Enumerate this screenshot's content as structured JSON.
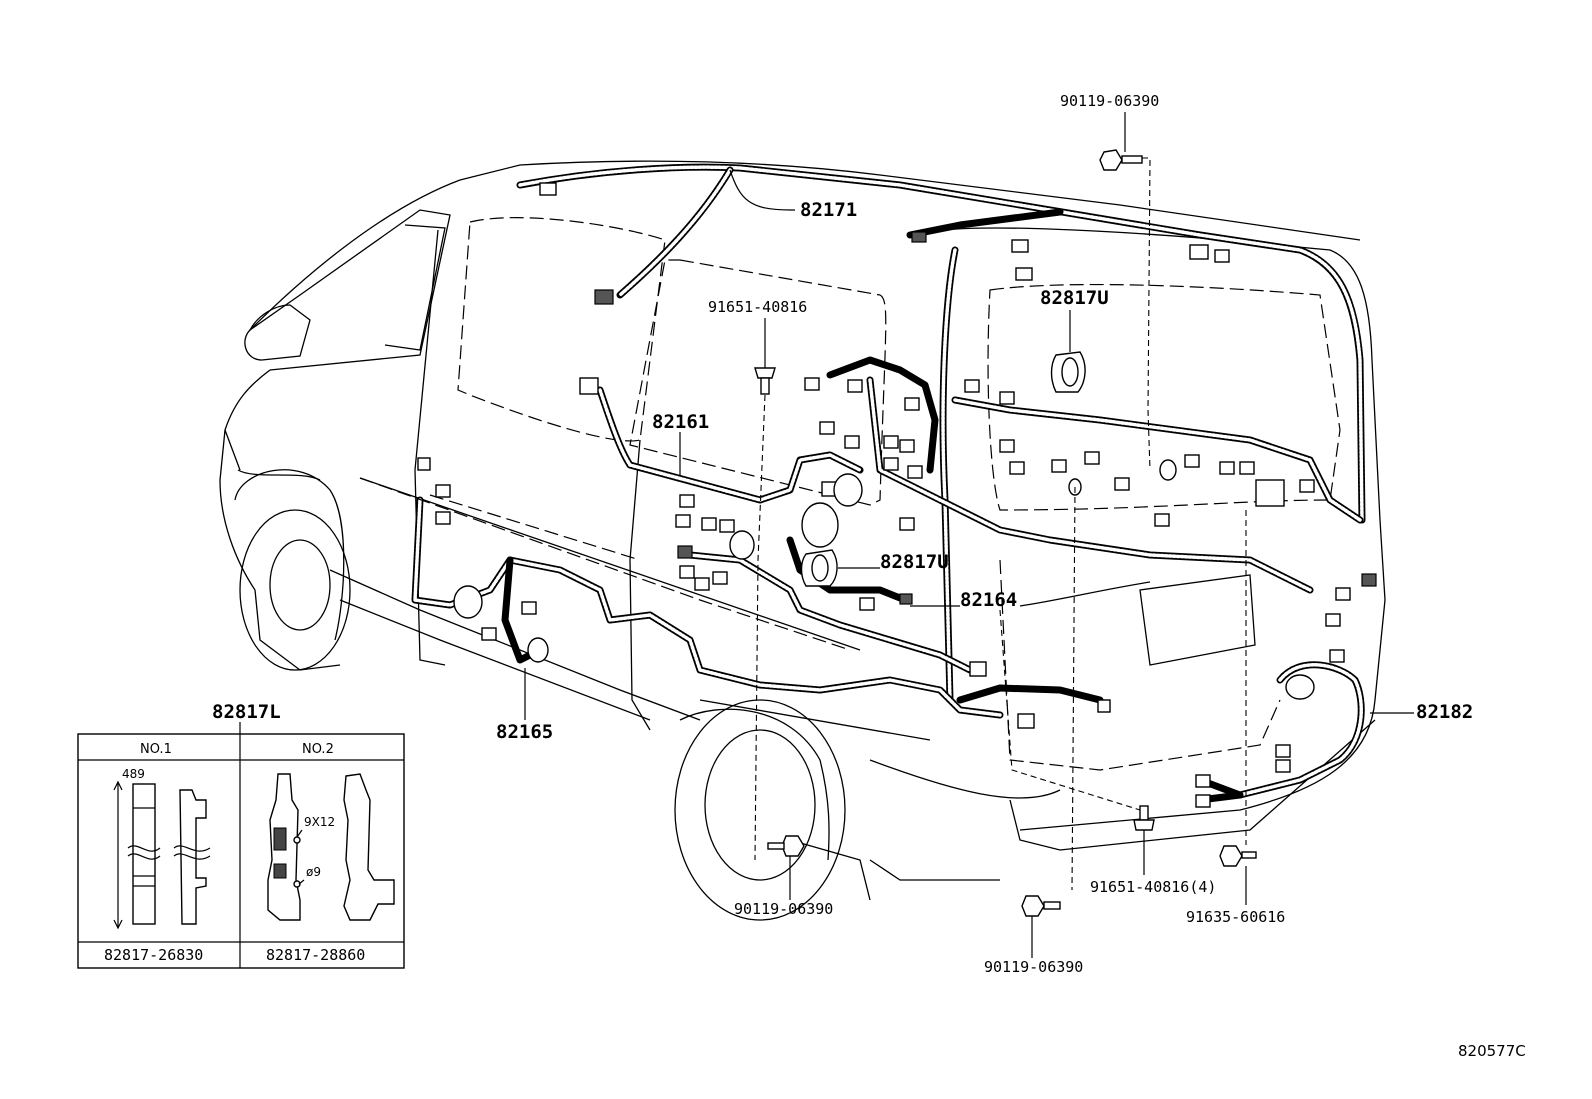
{
  "diagram": {
    "code": "820577C",
    "callouts": {
      "p_90119_top": "90119-06390",
      "p_82171": "82171",
      "p_91651_top": "91651-40816",
      "p_82817u_top": "82817U",
      "p_82161": "82161",
      "p_82817u_mid": "82817U",
      "p_82164": "82164",
      "p_82165": "82165",
      "p_82182": "82182",
      "p_90119_front": "90119-06390",
      "p_91651_rear": "91651-40816(4)",
      "p_91635": "91635-60616",
      "p_90119_bottom": "90119-06390"
    },
    "inset": {
      "title": "82817L",
      "col1_header": "NO.1",
      "col2_header": "NO.2",
      "col1_part": "82817-26830",
      "col2_part": "82817-28860",
      "dim_length": "489",
      "dim_hole": "9X12",
      "dim_dia": "ø9"
    }
  }
}
